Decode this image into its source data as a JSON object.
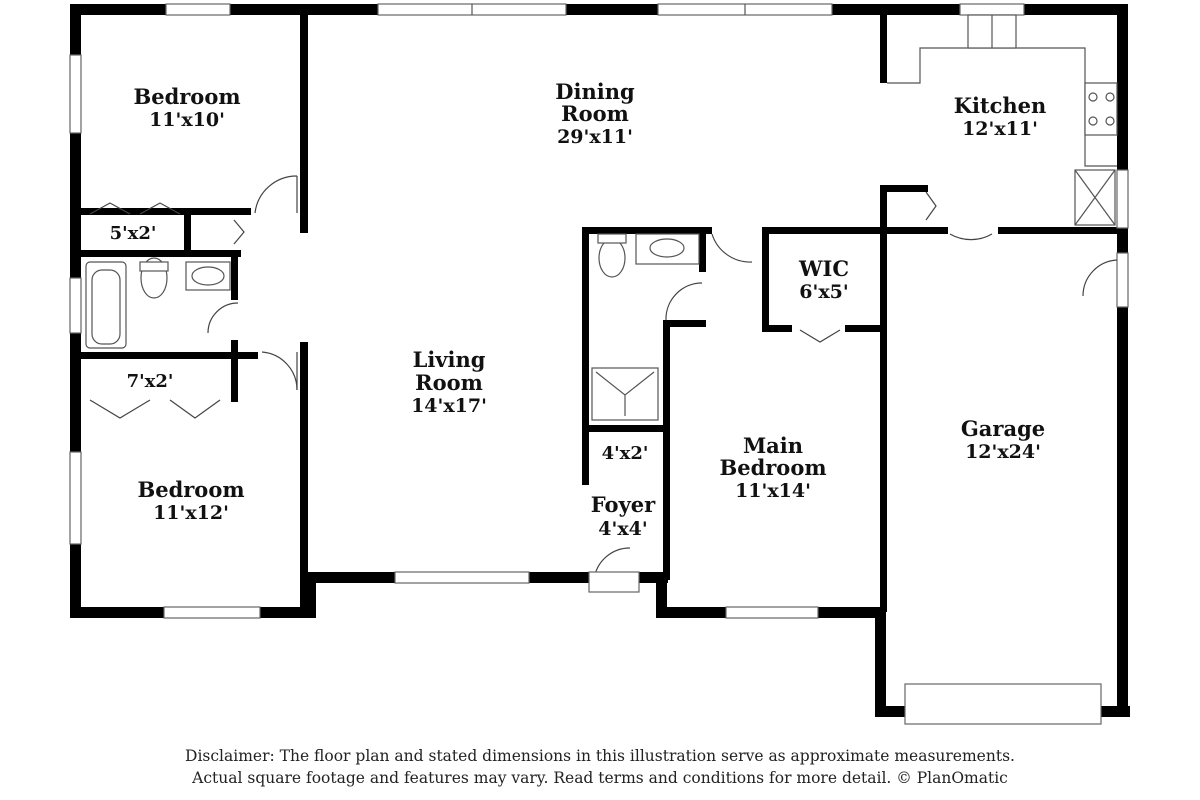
{
  "rooms": {
    "bedroom_top": {
      "name": "Bedroom",
      "dim": "11'x10'"
    },
    "closet_5x2": {
      "dim": "5'x2'"
    },
    "closet_7x2": {
      "dim": "7'x2'"
    },
    "bedroom_bottom": {
      "name": "Bedroom",
      "dim": "11'x12'"
    },
    "dining": {
      "name_line1": "Dining",
      "name_line2": "Room",
      "dim": "29'x11'"
    },
    "living": {
      "name_line1": "Living",
      "name_line2": "Room",
      "dim": "14'x17'"
    },
    "kitchen": {
      "name": "Kitchen",
      "dim": "12'x11'"
    },
    "wic": {
      "name": "WIC",
      "dim": "6'x5'"
    },
    "closet_4x2": {
      "dim": "4'x2'"
    },
    "foyer": {
      "name": "Foyer",
      "dim": "4'x4'"
    },
    "main_bedroom": {
      "name_line1": "Main",
      "name_line2": "Bedroom",
      "dim": "11'x14'"
    },
    "garage": {
      "name": "Garage",
      "dim": "12'x24'"
    }
  },
  "disclaimer": {
    "line1": "Disclaimer: The floor plan and stated dimensions in this illustration serve as approximate measurements.",
    "line2": "Actual square footage and features may vary. Read terms and conditions for more detail. © PlanOmatic"
  }
}
